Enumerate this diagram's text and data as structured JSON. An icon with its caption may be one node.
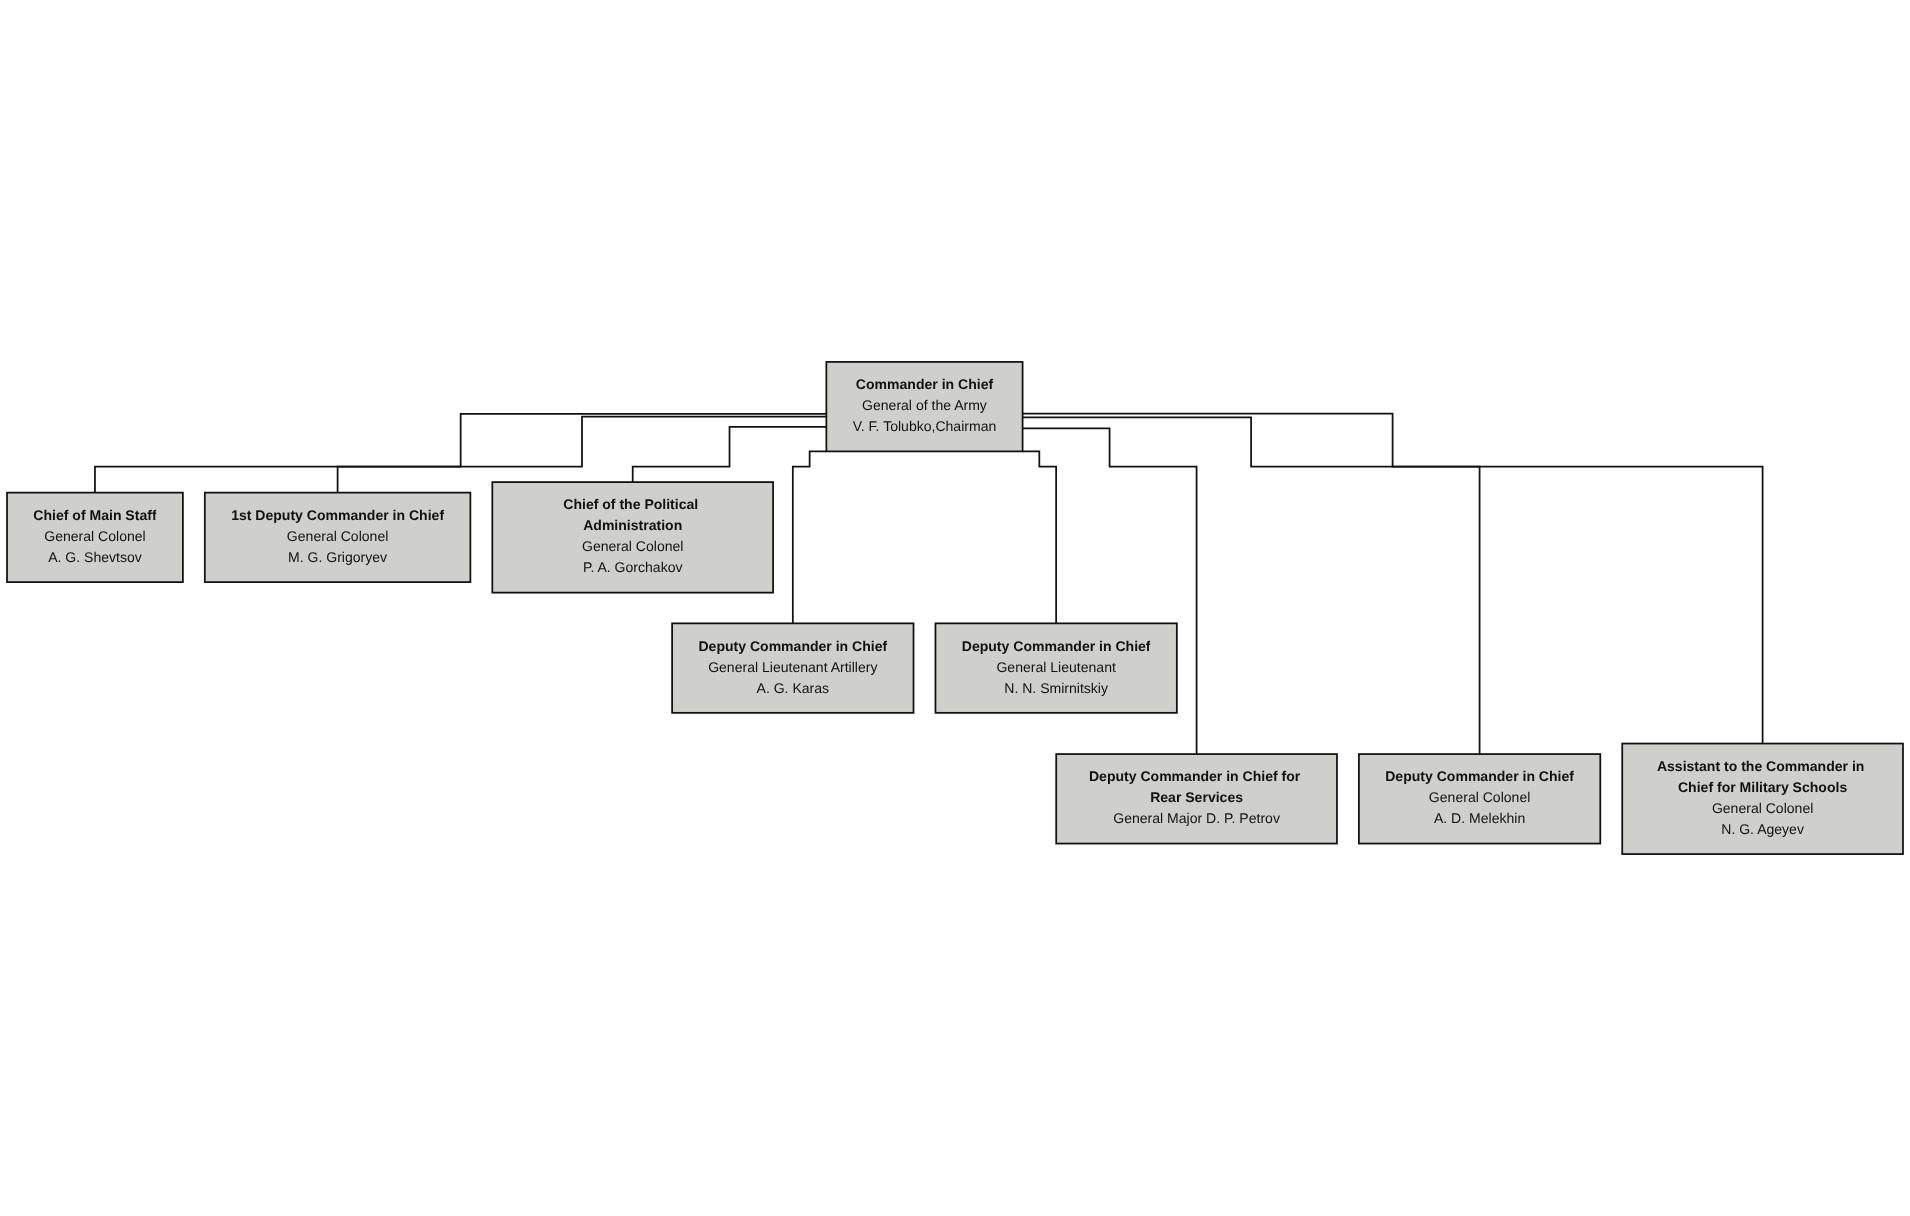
{
  "diagram": {
    "nodes": [
      {
        "text": [
          "Commander in Chief",
          "General of the Army",
          "V. F. Tolubko,Chairman"
        ]
      },
      {
        "text": [
          "Chief of Main Staff",
          "General Colonel",
          "A. G. Shevtsov"
        ]
      },
      {
        "text": [
          "1st Deputy Commander in Chief",
          "General Colonel",
          "M. G. Grigoryev"
        ]
      },
      {
        "text": [
          "Chief of the Political Administration",
          "General Colonel",
          "P. A. Gorchakov"
        ]
      },
      {
        "text": [
          "Deputy Commander in Chief",
          "General Lieutenant Artillery",
          "A. G. Karas"
        ]
      },
      {
        "text": [
          "Deputy Commander in Chief",
          "General Lieutenant",
          "N. N. Smirnitskiy"
        ]
      },
      {
        "text": [
          "Deputy Commander in Chief for Rear Services",
          "General Major D. P. Petrov"
        ]
      },
      {
        "text": [
          "Deputy Commander in Chief",
          "General Colonel",
          "A. D. Melekhin"
        ]
      },
      {
        "text": [
          "Assistant to the Commander in Chief for Military Schools",
          "General Colonel",
          "N. G. Ageyev"
        ]
      }
    ],
    "edges": [
      {
        "from": 0,
        "to": 1,
        "arrow": "none"
      },
      {
        "from": 0,
        "to": 2,
        "arrow": "none"
      },
      {
        "from": 0,
        "to": 3,
        "arrow": "none"
      },
      {
        "from": 0,
        "to": 4,
        "arrow": "none"
      },
      {
        "from": 0,
        "to": 5,
        "arrow": "none"
      },
      {
        "from": 0,
        "to": 6,
        "arrow": "none"
      },
      {
        "from": 0,
        "to": 7,
        "arrow": "none"
      },
      {
        "from": 0,
        "to": 8,
        "arrow": "none"
      }
    ]
  }
}
